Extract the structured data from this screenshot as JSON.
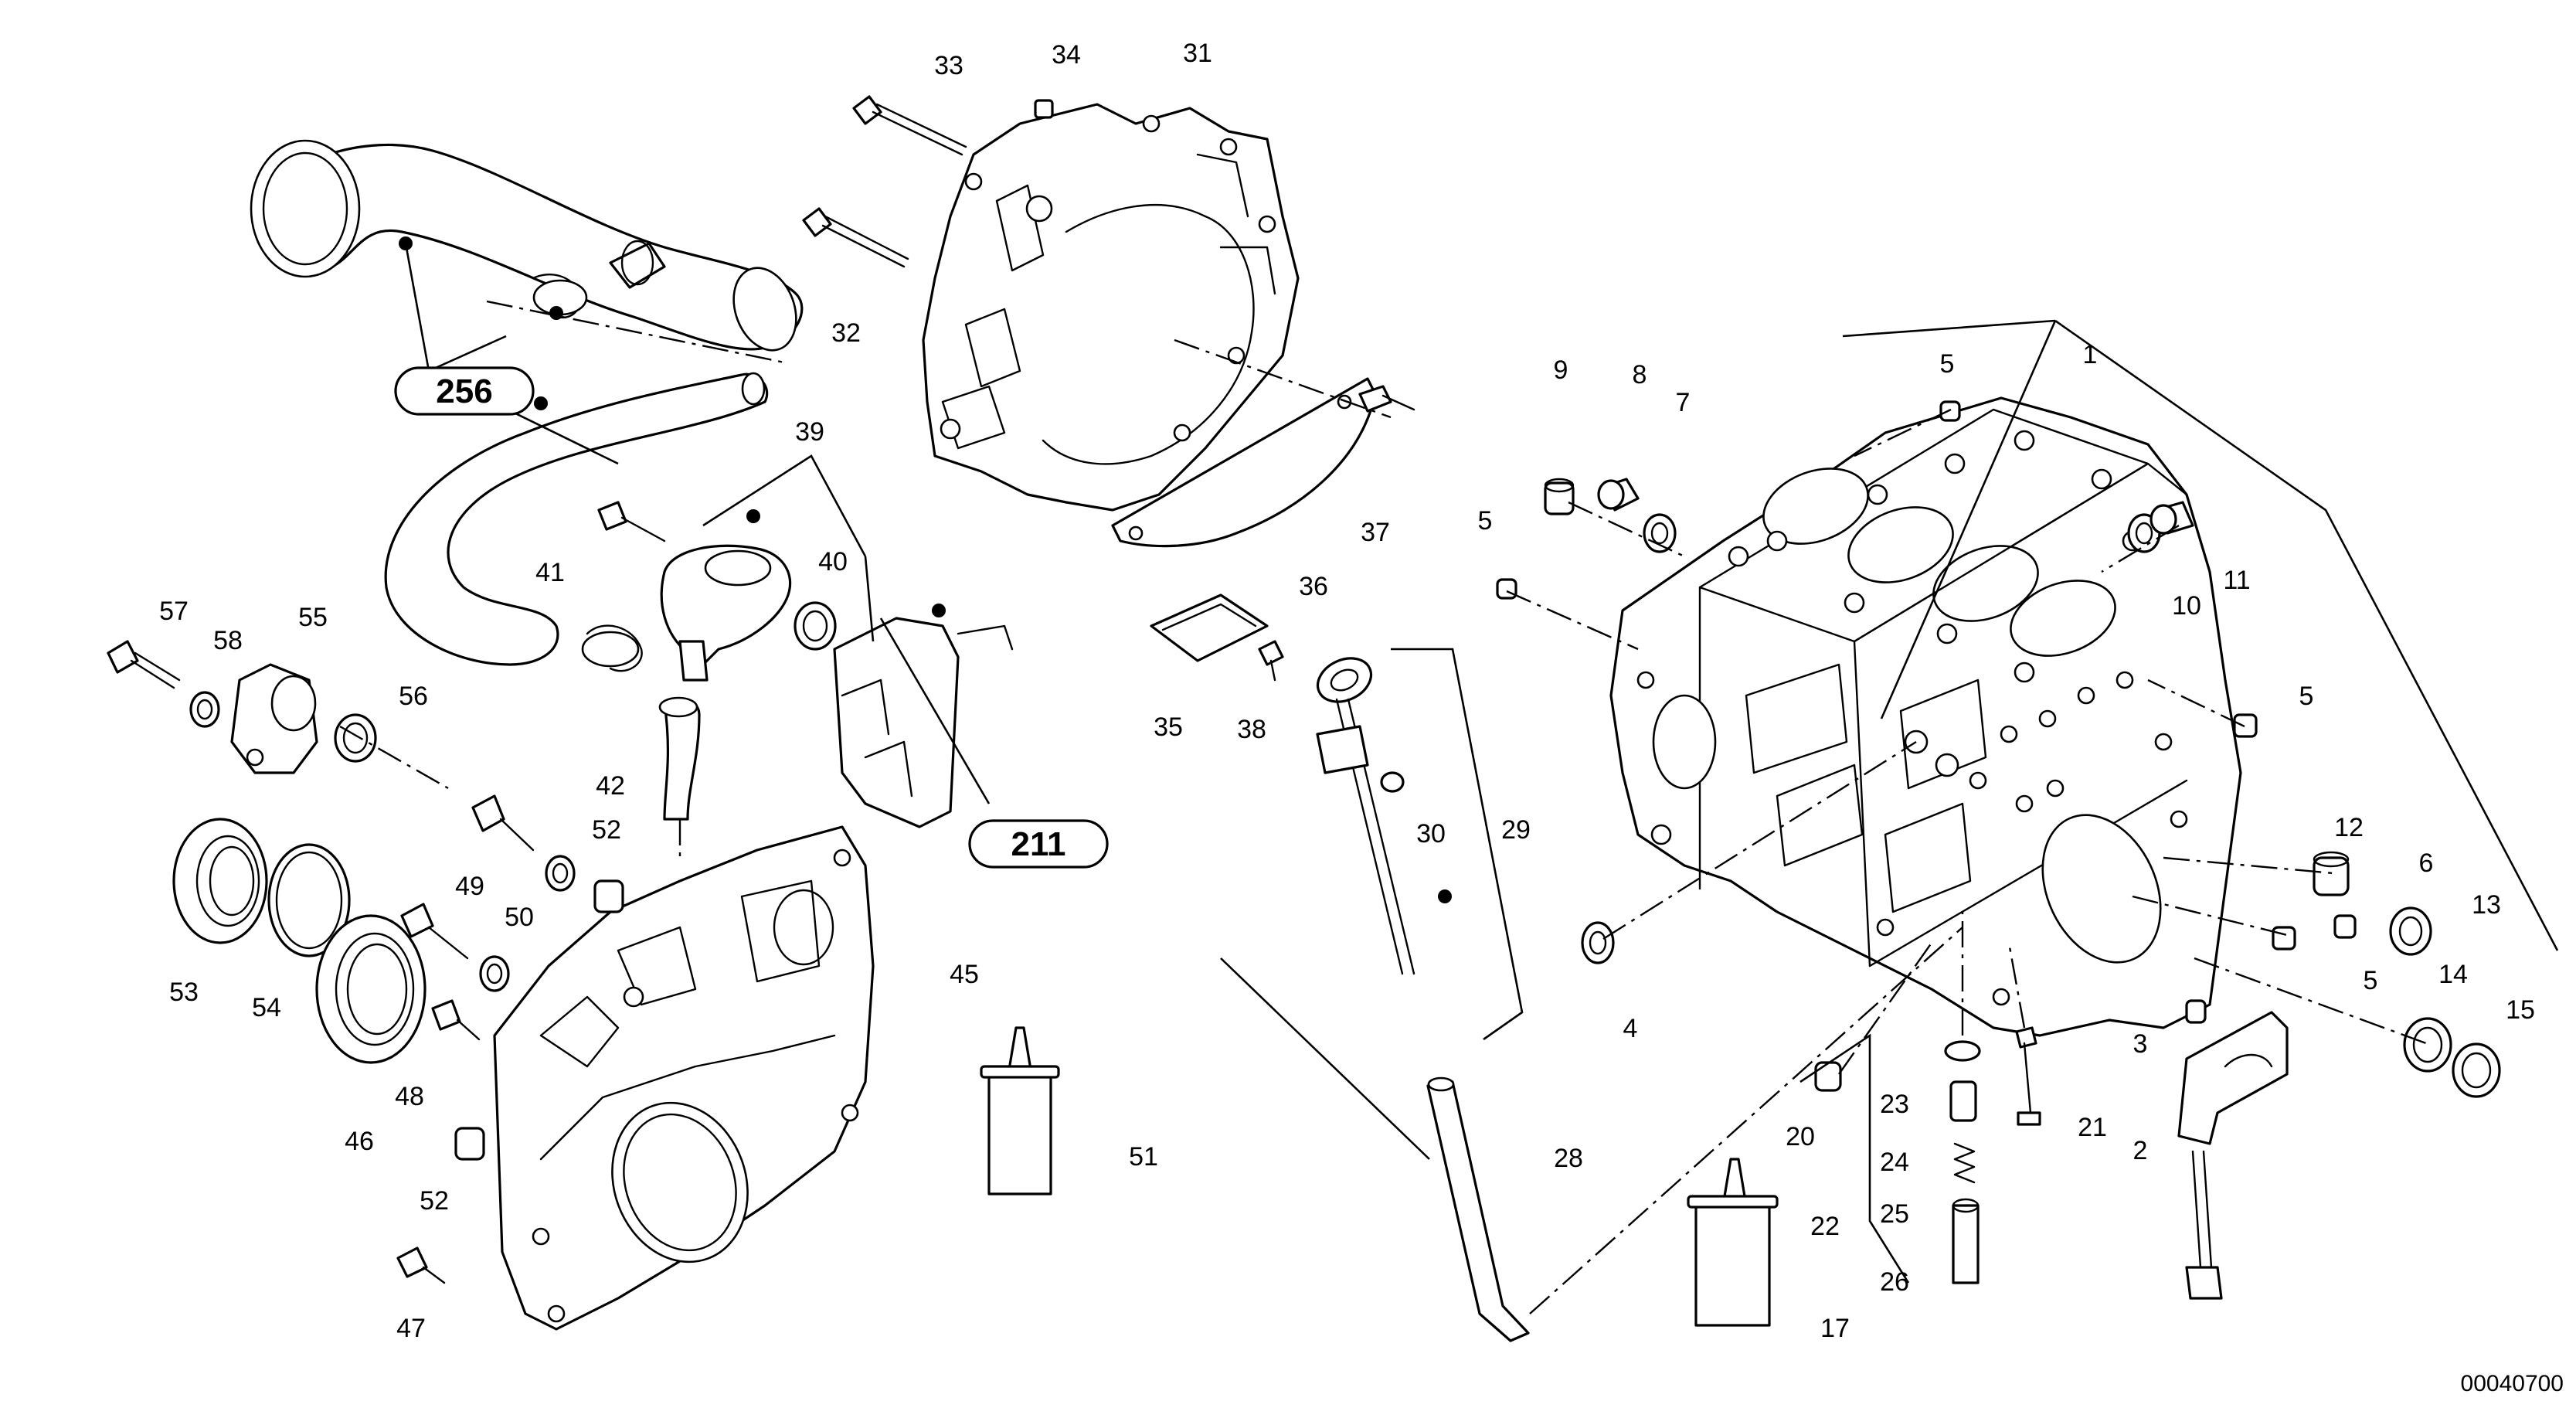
{
  "drawing": {
    "document_number": "00040700",
    "labels": [
      "1",
      "2",
      "3",
      "4",
      "5",
      "5",
      "5",
      "5",
      "6",
      "7",
      "8",
      "9",
      "10",
      "11",
      "12",
      "13",
      "14",
      "15",
      "17",
      "20",
      "21",
      "22",
      "23",
      "24",
      "25",
      "26",
      "28",
      "29",
      "30",
      "31",
      "32",
      "33",
      "34",
      "35",
      "36",
      "37",
      "38",
      "39",
      "40",
      "41",
      "42",
      "45",
      "46",
      "47",
      "48",
      "49",
      "50",
      "51",
      "52",
      "52",
      "53",
      "54",
      "55",
      "56",
      "57",
      "58"
    ],
    "references": [
      "256",
      "211"
    ]
  }
}
